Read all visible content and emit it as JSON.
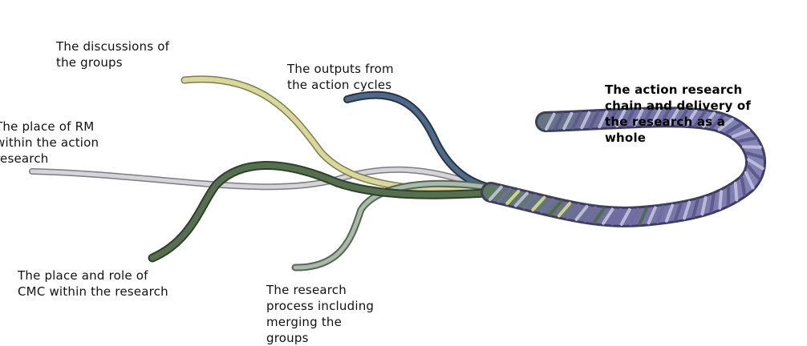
{
  "labels": {
    "discussions": [
      "The discussions of",
      "the groups"
    ],
    "outputs": [
      "The outputs from",
      "the action cycles"
    ],
    "rm": [
      "The place of RM",
      "within the action",
      "research"
    ],
    "cmc": [
      "The place and role of",
      "CMC within the research"
    ],
    "process": [
      "The research",
      "process including",
      "merging the",
      "groups"
    ],
    "chain": [
      "The action research",
      "chain and delivery of",
      "the research as a",
      "whole"
    ]
  },
  "colors": {
    "strand_yellow": "#cfd08e",
    "strand_navy": "#3f5873",
    "strand_grey": "#c9c9cf",
    "strand_darkgreen": "#4c6448",
    "strand_sage": "#93a793",
    "rope_purple": "#6f6d9f",
    "rope_light": "#b9bbdb",
    "rope_green": "#4f6c4f"
  }
}
